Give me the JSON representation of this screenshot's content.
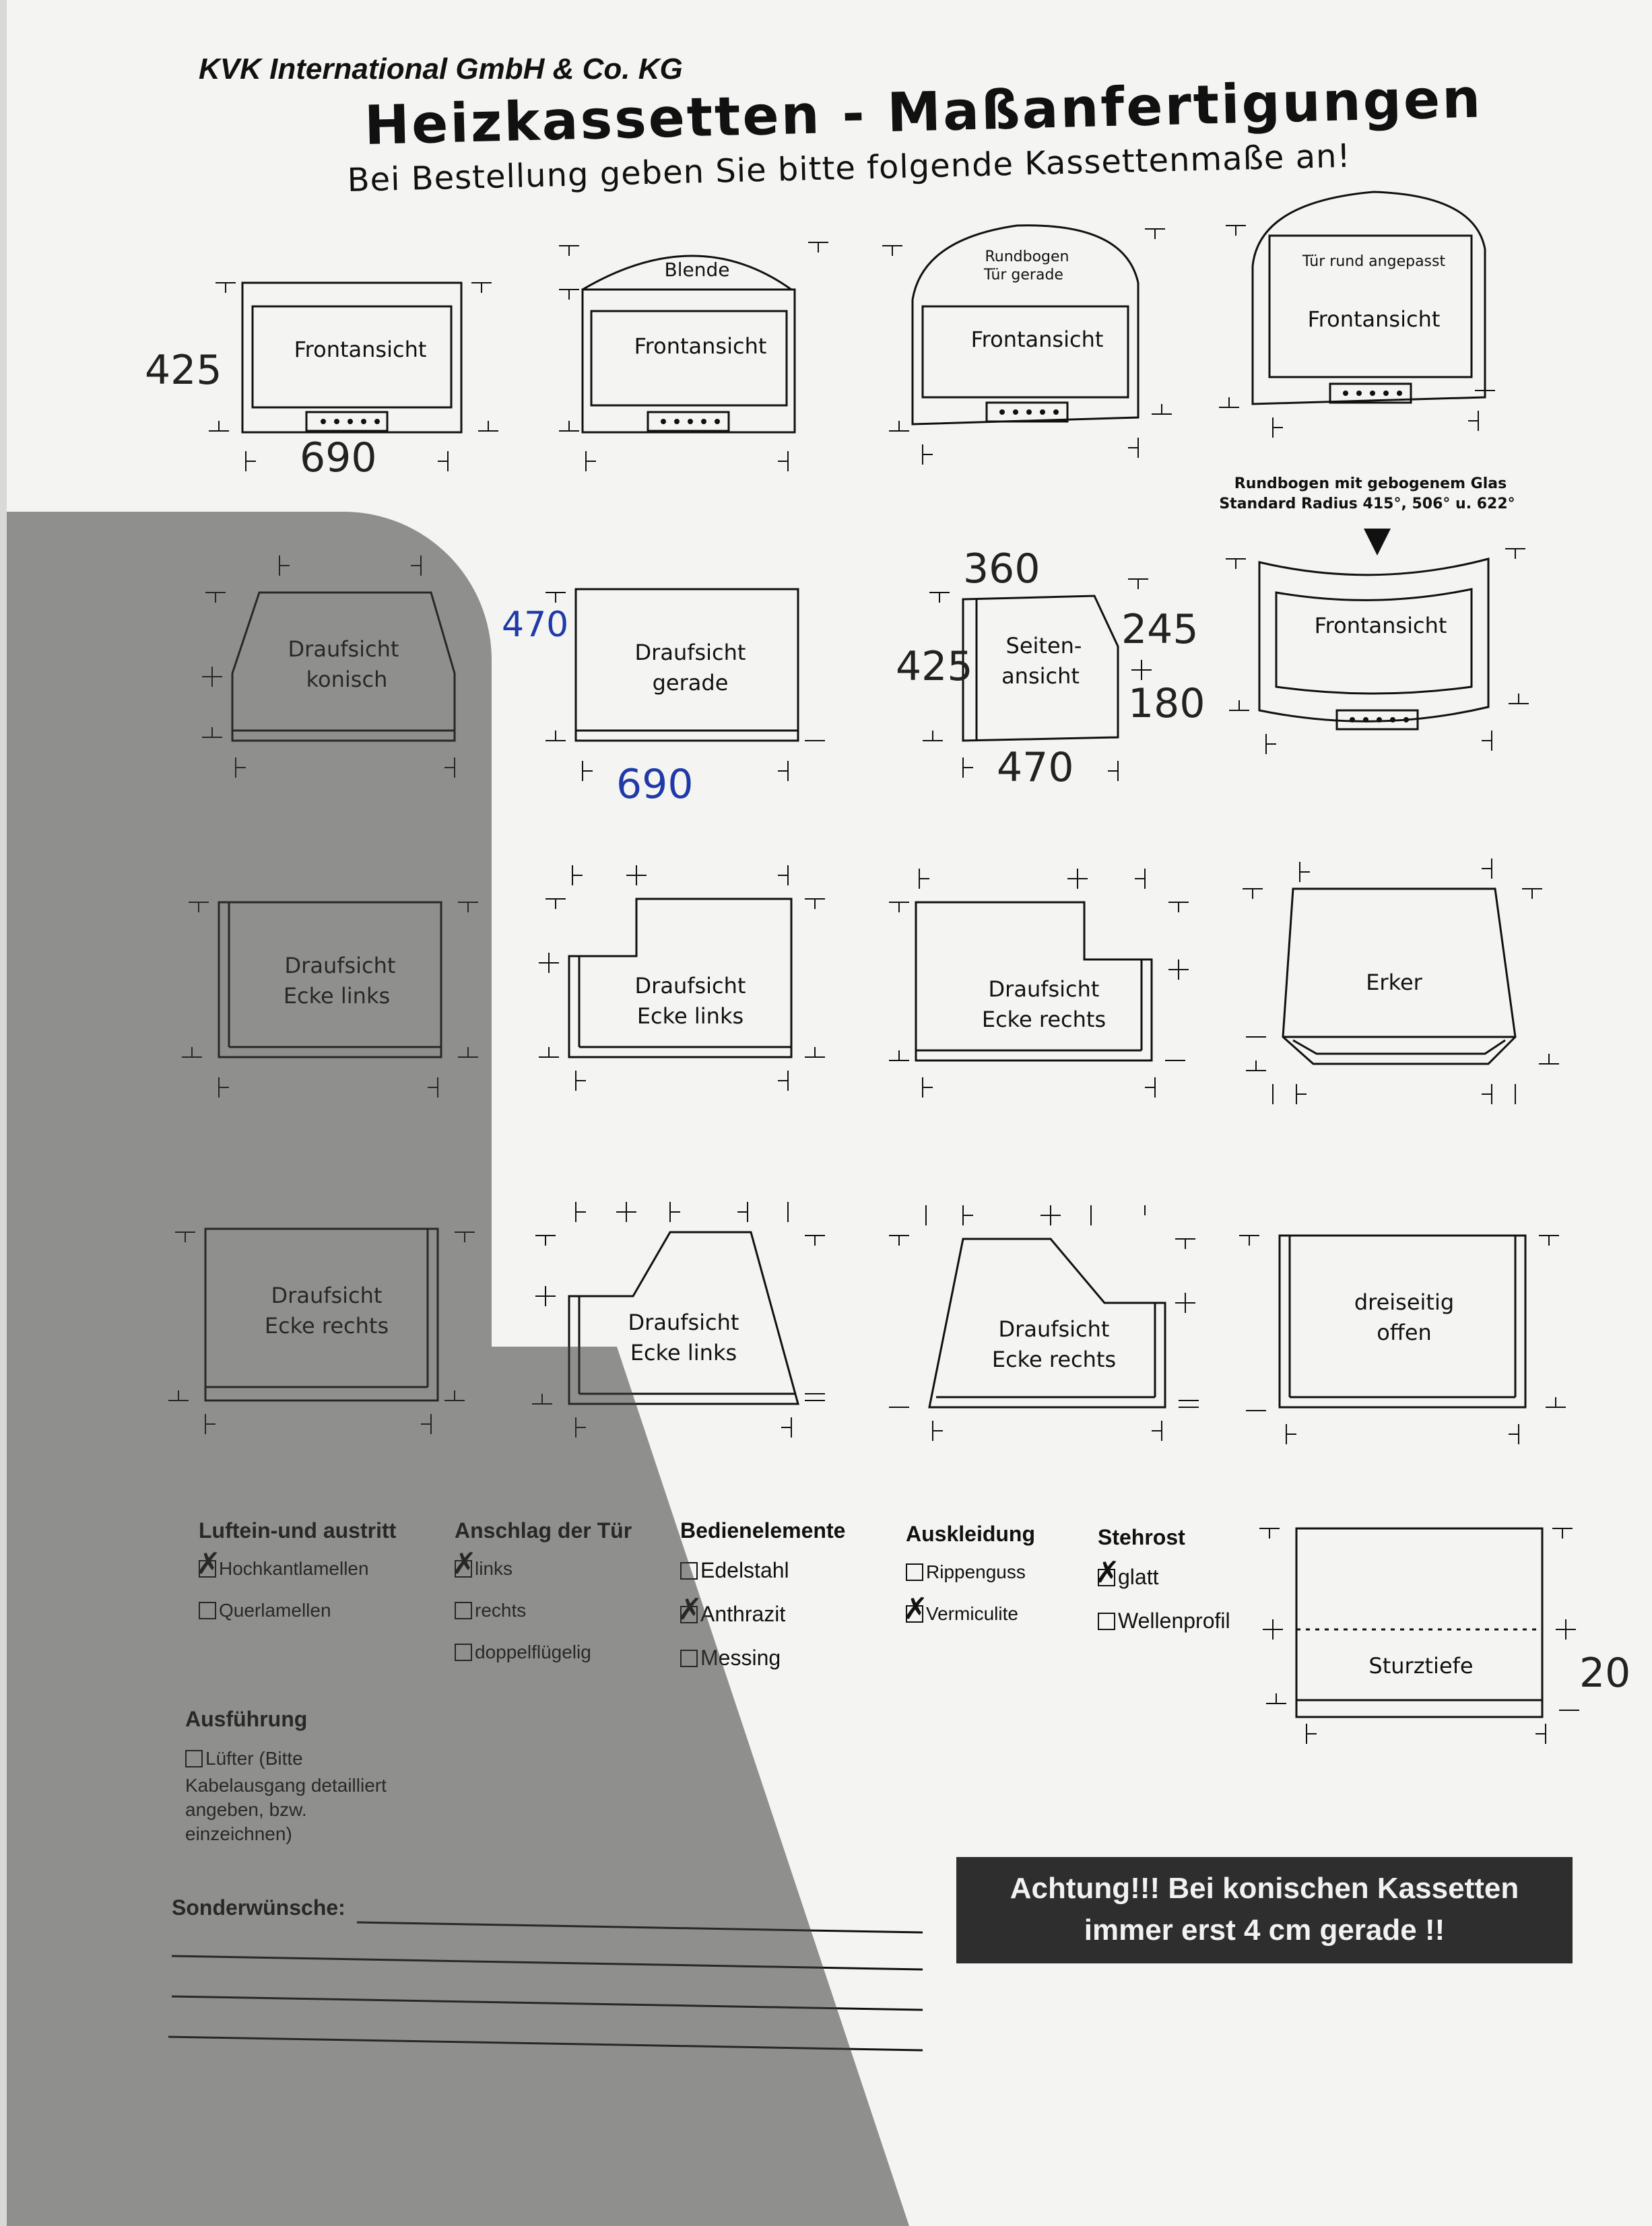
{
  "header": {
    "company": "KVK International GmbH & Co. KG",
    "title": "Heizkassetten - Maßanfertigungen",
    "subtitle": "Bei Bestellung geben Sie bitte folgende Kassettenmaße an!"
  },
  "diagrams": {
    "row1": [
      "Frontansicht",
      "Blende",
      "Frontansicht",
      "Rundbogen",
      "Tür gerade",
      "Frontansicht",
      "Tür rund angepasst",
      "Frontansicht"
    ],
    "row2": [
      "Draufsicht",
      "konisch",
      "Draufsicht",
      "gerade",
      "Seiten-",
      "ansicht",
      "Rundbogen mit gebogenem Glas",
      "Standard Radius 415°, 506° u. 622°",
      "Frontansicht"
    ],
    "row3": [
      "Draufsicht",
      "Ecke links",
      "Draufsicht",
      "Ecke links",
      "Draufsicht",
      "Ecke rechts",
      "Erker"
    ],
    "row4": [
      "Draufsicht",
      "Ecke rechts",
      "Draufsicht",
      "Ecke links",
      "Draufsicht",
      "Ecke rechts",
      "dreiseitig",
      "offen"
    ],
    "sturz": "Sturztiefe"
  },
  "handwritten": {
    "d1_height": "425",
    "d1_width": "690",
    "d6_depth": "470",
    "d6_width": "690",
    "d7_top": "360",
    "d7_height": "425",
    "d7_bottom": "470",
    "d7_right_top": "245",
    "d7_right_bottom": "180",
    "sturz": "20"
  },
  "options": {
    "luft": {
      "title": "Luftein-und austritt",
      "items": [
        {
          "label": "Hochkantlamellen",
          "checked": true
        },
        {
          "label": "Querlamellen",
          "checked": false
        }
      ]
    },
    "anschlag": {
      "title": "Anschlag der Tür",
      "items": [
        {
          "label": "links",
          "checked": true
        },
        {
          "label": "rechts",
          "checked": false
        },
        {
          "label": "doppelflügelig",
          "checked": false
        }
      ]
    },
    "bedien": {
      "title": "Bedienelemente",
      "items": [
        {
          "label": "Edelstahl",
          "checked": false
        },
        {
          "label": "Anthrazit",
          "checked": true
        },
        {
          "label": "Messing",
          "checked": false
        }
      ]
    },
    "ausklei": {
      "title": "Auskleidung",
      "items": [
        {
          "label": "Rippenguss",
          "checked": false
        },
        {
          "label": "Vermiculite",
          "checked": true
        }
      ]
    },
    "stehrost": {
      "title": "Stehrost",
      "items": [
        {
          "label": "glatt",
          "checked": true
        },
        {
          "label": "Wellenprofil",
          "checked": false
        }
      ]
    }
  },
  "ausfuehrung": {
    "title": "Ausführung",
    "item": "Lüfter (Bitte",
    "note1": "Kabelausgang detailliert",
    "note2": "angeben, bzw.",
    "note3": "einzeichnen)"
  },
  "sonder": "Sonderwünsche:",
  "warning": {
    "line1": "Achtung!!!  Bei konischen Kassetten",
    "line2": "immer erst 4 cm gerade !!"
  }
}
